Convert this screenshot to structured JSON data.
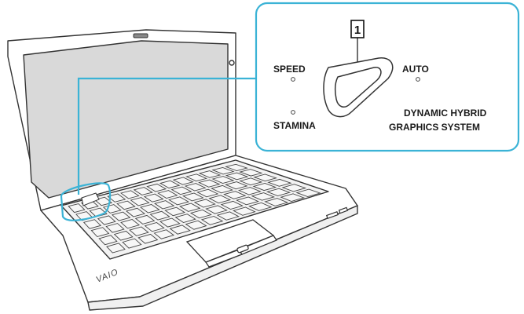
{
  "callout": {
    "number": "1",
    "speed_label": "SPEED",
    "auto_label": "AUTO",
    "stamina_label": "STAMINA",
    "system_label_line1": "DYNAMIC HYBRID",
    "system_label_line2": "GRAPHICS SYSTEM"
  },
  "laptop": {
    "brand": "VAIO"
  },
  "colors": {
    "accent": "#3bb3d6",
    "outline": "#333333",
    "screen": "#d9d9d9",
    "key_fill": "#f7f7f7"
  },
  "icons": {
    "switch": "selector-switch-icon",
    "indicator": "indicator-led-icon"
  }
}
